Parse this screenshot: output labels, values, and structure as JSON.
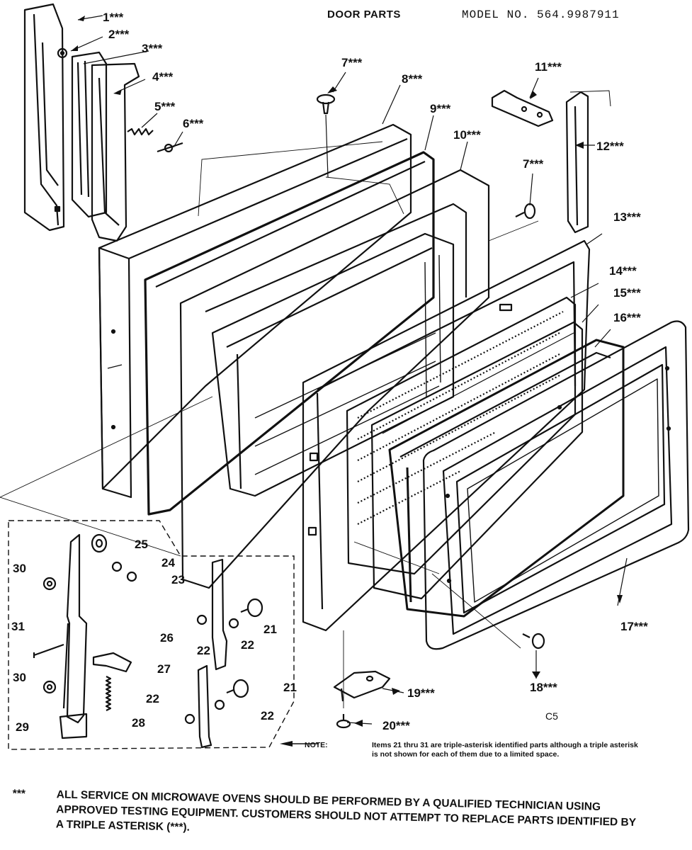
{
  "header": {
    "title": "DOOR PARTS",
    "model": "MODEL NO. 564.9987911"
  },
  "labels": {
    "p1": "1***",
    "p2": "2***",
    "p3": "3***",
    "p4": "4***",
    "p5": "5***",
    "p6": "6***",
    "p7a": "7***",
    "p7b": "7***",
    "p8": "8***",
    "p9": "9***",
    "p10": "10***",
    "p11": "11***",
    "p12": "12***",
    "p13": "13***",
    "p14": "14***",
    "p15": "15***",
    "p16": "16***",
    "p17": "17***",
    "p18": "18***",
    "p19": "19***",
    "p20": "20***",
    "p21a": "21",
    "p21b": "21",
    "p22a": "22",
    "p22b": "22",
    "p22c": "22",
    "p22d": "22",
    "p23": "23",
    "p24": "24",
    "p25": "25",
    "p26": "26",
    "p27": "27",
    "p28": "28",
    "p29": "29",
    "p30a": "30",
    "p30b": "30",
    "p31": "31"
  },
  "code": "C5",
  "note": {
    "lead": "NOTE:",
    "text": "Items 21 thru 31 are triple-asterisk identified parts although a triple asterisk is not shown for each of them due to a limited space."
  },
  "footer": {
    "stars": "***",
    "text": "ALL SERVICE ON MICROWAVE OVENS SHOULD BE PERFORMED BY A QUALIFIED TECHNICIAN USING APPROVED TESTING EQUIPMENT. CUSTOMERS SHOULD NOT ATTEMPT TO REPLACE PARTS IDENTIFIED BY A TRIPLE ASTERISK (***)."
  }
}
